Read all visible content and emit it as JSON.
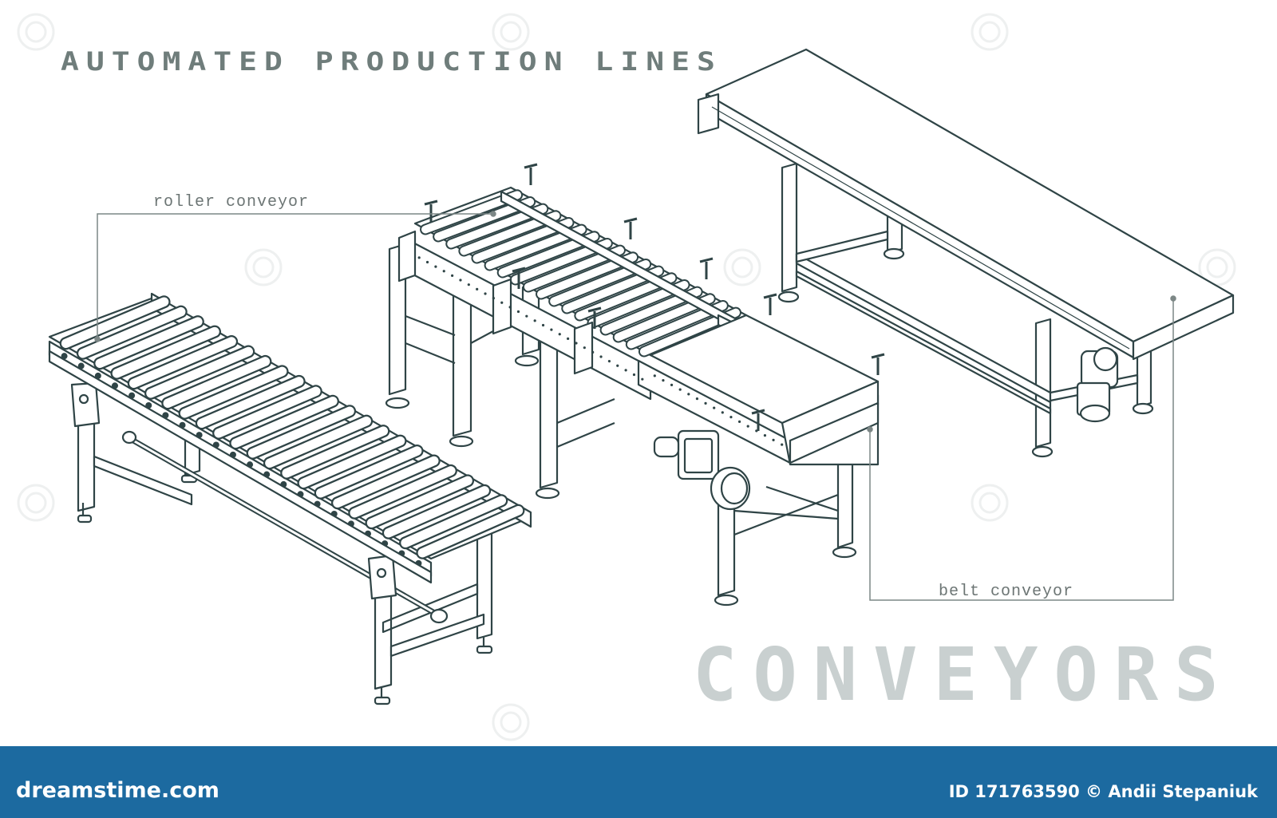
{
  "heading": "AUTOMATED PRODUCTION LINES",
  "big_title": "CONVEYORS",
  "labels": {
    "roller": "roller conveyor",
    "belt": "belt conveyor"
  },
  "footer": {
    "site": "dreamstime.com",
    "credit": "ID 171763590 © Andii Stepaniuk"
  },
  "colors": {
    "line": "#2f4446",
    "heading": "#6f7d7b",
    "title": "#c9d0d0",
    "footer_bg": "#1c6aa0"
  }
}
